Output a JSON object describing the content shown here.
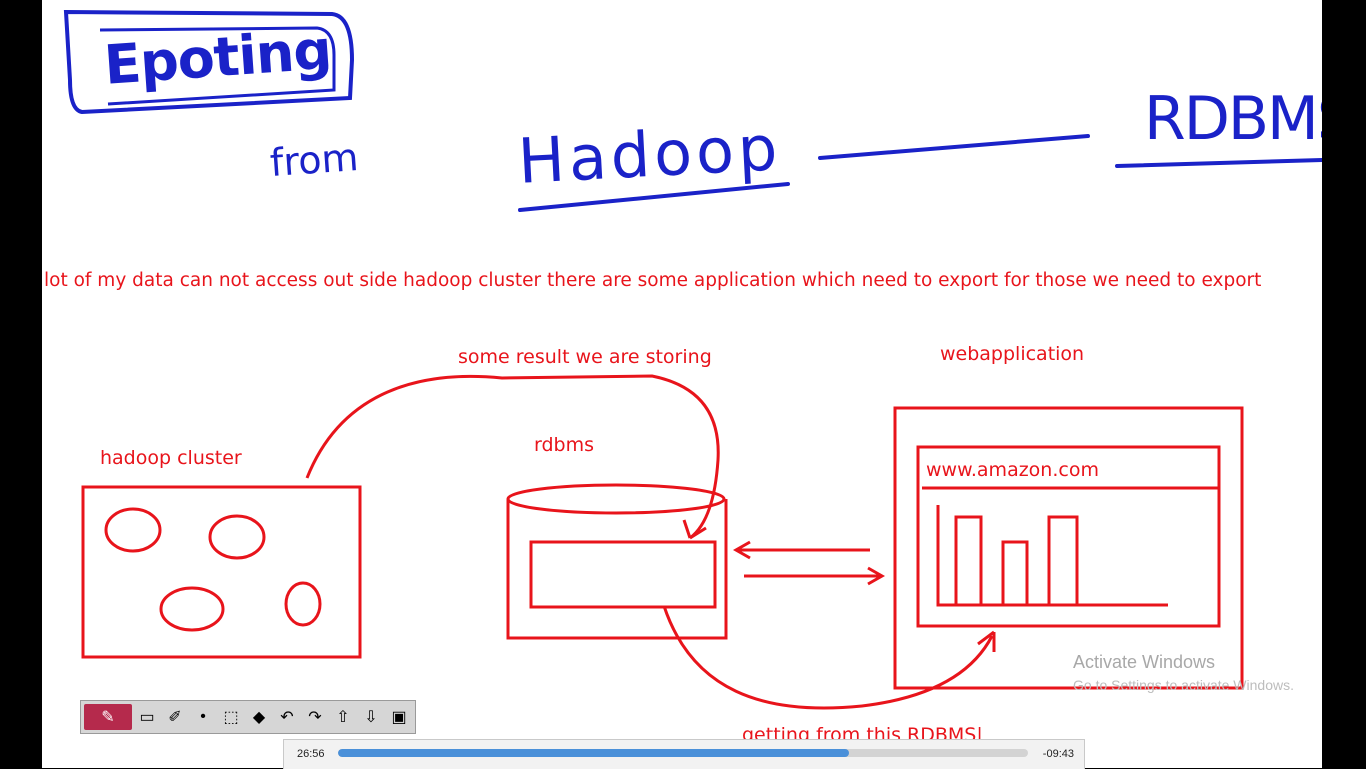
{
  "whiteboard": {
    "title": "Epoting",
    "word_from": "from",
    "word_hadoop": "Hadoop",
    "word_rdbms": "RDBMS",
    "description": "lot of my data can not access out side hadoop cluster there are some application which need to export for those we need to export",
    "label_result": "some result we are storing",
    "label_webapp": "webapplication",
    "label_cluster": "hadoop cluster",
    "label_rdbms": "rdbms",
    "label_url": "www.amazon.com",
    "label_getting": "getting from this RDBMS|"
  },
  "watermark": {
    "line1": "Activate Windows",
    "line2": "Go to Settings to activate Windows."
  },
  "toolbar": {
    "tools": [
      "pen-tool-icon",
      "screen-icon",
      "marker-icon",
      "dot-icon",
      "select-icon",
      "eraser-icon",
      "undo-icon",
      "redo-icon",
      "upload-icon",
      "download-icon",
      "folder-icon"
    ]
  },
  "player": {
    "elapsed": "26:56",
    "remaining": "-09:43",
    "progress": 0.74
  },
  "colors": {
    "ink_red": "#e8141b",
    "ink_blue": "#1a22c8",
    "progress": "#4a90d9"
  }
}
